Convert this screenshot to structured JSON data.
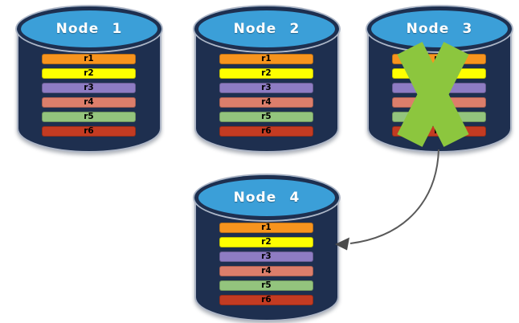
{
  "theme": {
    "background": "#FFFFFF",
    "cylinder_body": "#1E2F4F",
    "cylinder_top": "#3B9FD8",
    "cylinder_outline": "#AEB6C6",
    "title_color": "#FFFFFF",
    "x_mark": "#8CC63E",
    "arrow": "#595959",
    "arrow_head": "#4A4A4A"
  },
  "records": [
    {
      "label": "r1",
      "color": "#F7941E"
    },
    {
      "label": "r2",
      "color": "#FFFF00"
    },
    {
      "label": "r3",
      "color": "#8E7CC3"
    },
    {
      "label": "r4",
      "color": "#DC7E6B"
    },
    {
      "label": "r5",
      "color": "#93C47D"
    },
    {
      "label": "r6",
      "color": "#C33B22"
    }
  ],
  "nodes": [
    {
      "label": "Node 1",
      "failed": false
    },
    {
      "label": "Node 2",
      "failed": false
    },
    {
      "label": "Node 3",
      "failed": true
    },
    {
      "label": "Node 4",
      "failed": false
    }
  ]
}
